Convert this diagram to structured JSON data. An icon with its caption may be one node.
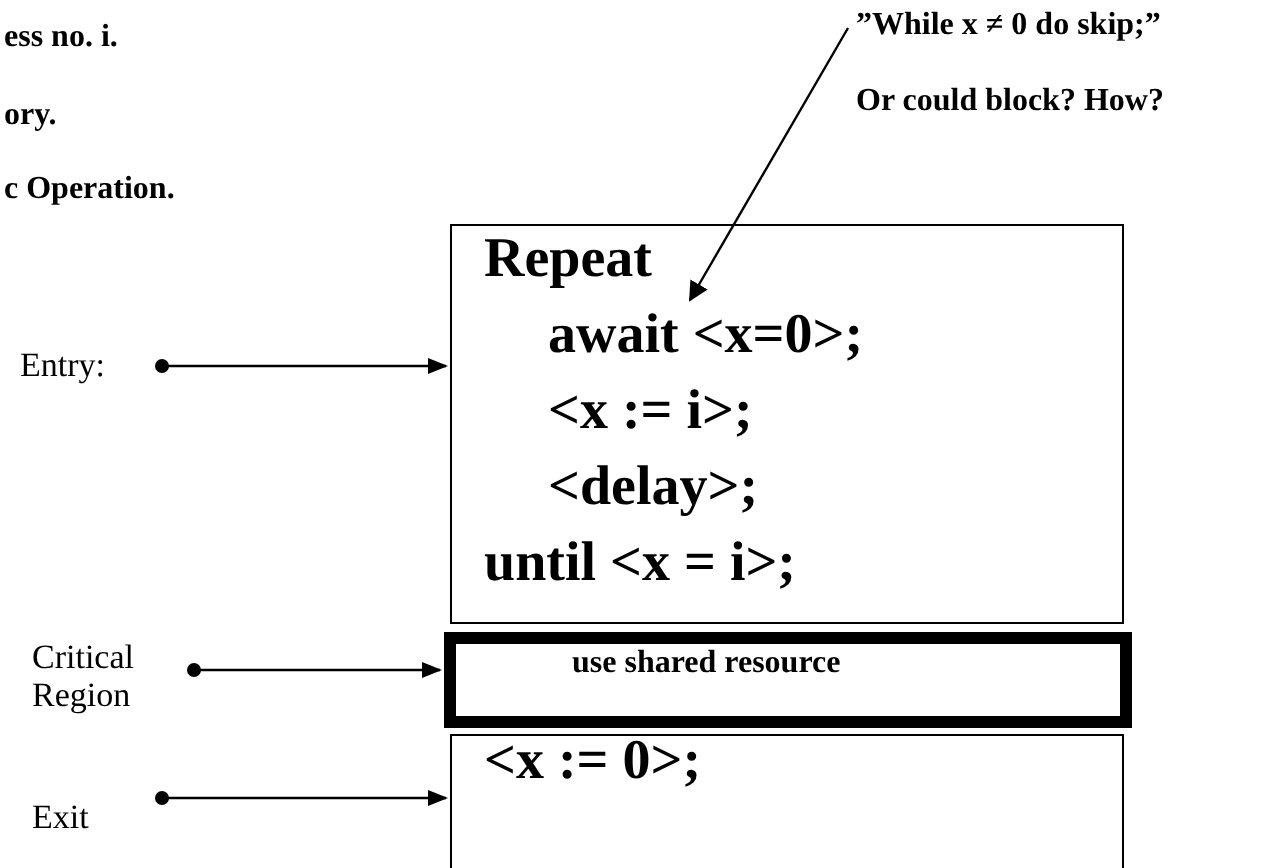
{
  "diagram": {
    "nodes": [
      {
        "text": [
          "”While x ≠ 0 do skip;”",
          "Or could block? How?"
        ]
      },
      {
        "text": [
          "Repeat",
          "await <x=0>;",
          "<x := i>;",
          "<delay>;",
          "until <x = i>;"
        ]
      },
      {
        "text": [
          "Entry:"
        ]
      },
      {
        "text": [
          "Critical Region"
        ]
      },
      {
        "text": [
          "use shared resource"
        ]
      },
      {
        "text": [
          "Exit"
        ]
      },
      {
        "text": [
          "<x := 0>;"
        ]
      }
    ],
    "edges": [
      {
        "from": 0,
        "to": 1,
        "arrow": "to"
      },
      {
        "from": 2,
        "to": 1,
        "arrow": "to"
      },
      {
        "from": 3,
        "to": 4,
        "arrow": "to"
      },
      {
        "from": 5,
        "to": 6,
        "arrow": "to"
      }
    ],
    "labels": [
      "ess no. i.",
      "ory.",
      "c Operation."
    ]
  }
}
